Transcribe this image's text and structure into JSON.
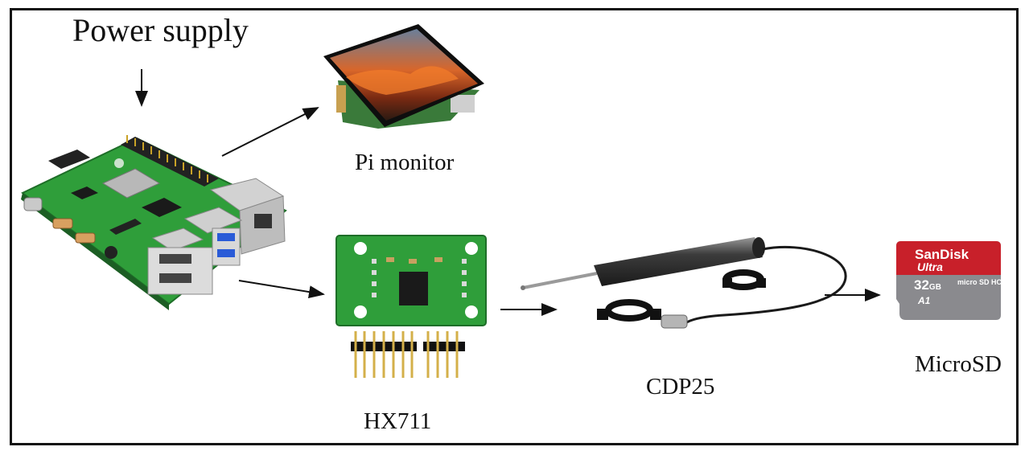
{
  "diagram": {
    "power_supply_label": "Power supply",
    "pi_monitor_label": "Pi monitor",
    "hx711_label": "HX711",
    "cdp25_label": "CDP25",
    "microsd_label": "MicroSD"
  },
  "microsd_card": {
    "brand": "SanDisk",
    "line": "Ultra",
    "capacity": "32",
    "capacity_unit": "GB",
    "format": "micro SD HC I",
    "class": "A1"
  },
  "colors": {
    "border": "#111111",
    "pcb_green": "#2f9e3a",
    "sd_red": "#c8202a",
    "sd_gray": "#8a8a8e"
  }
}
